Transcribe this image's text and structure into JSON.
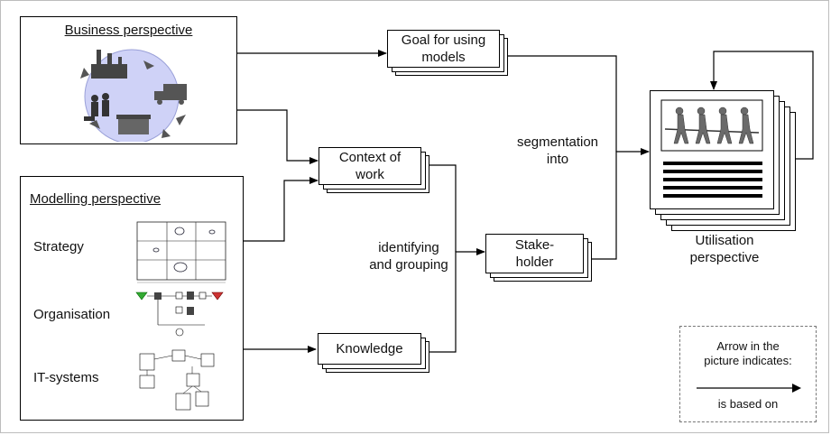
{
  "business": {
    "title": "Business perspective"
  },
  "modelling": {
    "title": "Modelling perspective",
    "rows": [
      "Strategy",
      "Organisation",
      "IT-systems"
    ]
  },
  "boxes": {
    "goal": [
      "Goal for using",
      "models"
    ],
    "context": [
      "Context of",
      "work"
    ],
    "stakeholder": [
      "Stake-",
      "holder"
    ],
    "knowledge": "Knowledge"
  },
  "labels": {
    "segmentation": [
      "segmentation",
      "into"
    ],
    "identifying": [
      "identifying",
      "and grouping"
    ],
    "utilisation": [
      "Utilisation",
      "perspective"
    ]
  },
  "legend": {
    "line1": "Arrow in the",
    "line2": "picture indicates:",
    "line3": "is based on"
  },
  "colors": {
    "circle": "#cfd2f7",
    "line": "#000000",
    "border": "#bdbdbd"
  }
}
